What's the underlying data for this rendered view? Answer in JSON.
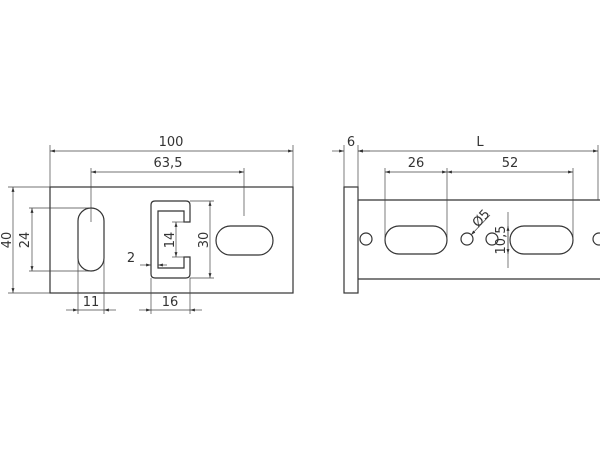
{
  "front_view": {
    "overall_width": "100",
    "slot_pitch": "63,5",
    "height": "40",
    "slot_length": "24",
    "slot_width": "11",
    "channel_opening": "14",
    "channel_height": "30",
    "wall_thickness": "2",
    "channel_width": "16"
  },
  "side_view": {
    "flange_thickness": "6",
    "length": "L",
    "first_slot_offset": "26",
    "slot_spacing": "52",
    "hole_diameter": "Ø5",
    "slot_height": "10,5"
  }
}
